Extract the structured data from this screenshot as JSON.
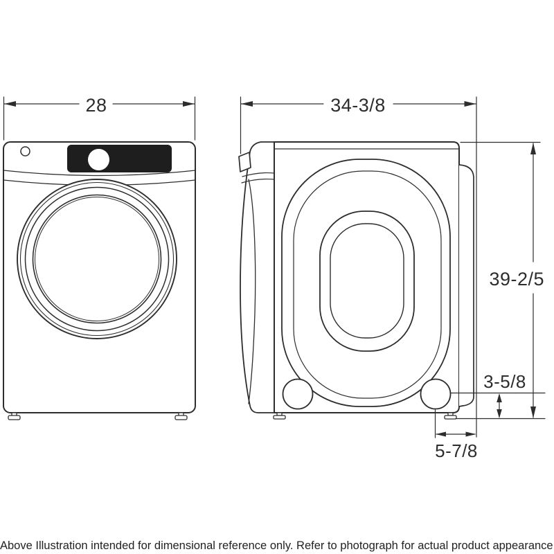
{
  "labels": {
    "front_width": "28",
    "side_depth": "34-3/8",
    "side_height": "39-2/5",
    "foot_height": "3-5/8",
    "foot_setback": "5-7/8"
  },
  "footer": {
    "note": "Above Illustration intended for dimensional reference only. Refer to photograph for actual product appearance."
  },
  "colors": {
    "line": "#2d2d2d",
    "panel_fill": "#1e1e1e",
    "background": "#ffffff"
  }
}
